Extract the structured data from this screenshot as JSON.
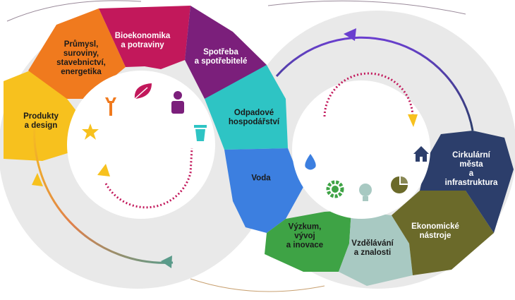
{
  "colors": {
    "background": "#ffffff",
    "ring": "#e9e9e9",
    "inner": "#ffffff"
  },
  "segments": [
    {
      "id": "produkty",
      "label": "Produkty\na design",
      "color": "#f7c11e",
      "text": "dark"
    },
    {
      "id": "prumysl",
      "label": "Průmysl,\nsuroviny,\nstavebnictví,\nenergetika",
      "color": "#f07a1e",
      "text": "dark"
    },
    {
      "id": "bioekonomika",
      "label": "Bioekonomika\na potraviny",
      "color": "#c2185b",
      "text": "light"
    },
    {
      "id": "spotreba",
      "label": "Spotřeba\na spotřebitelé",
      "color": "#7b1f7b",
      "text": "light"
    },
    {
      "id": "odpadove",
      "label": "Odpadové\nhospodářství",
      "color": "#2ec4c4",
      "text": "dark"
    },
    {
      "id": "voda",
      "label": "Voda",
      "color": "#3c7fe0",
      "text": "dark"
    },
    {
      "id": "vyzkum",
      "label": "Výzkum,\nvývoj\na inovace",
      "color": "#3ea345",
      "text": "dark"
    },
    {
      "id": "vzdelavani",
      "label": "Vzdělávání\na znalosti",
      "color": "#a8c9c2",
      "text": "dark"
    },
    {
      "id": "ekonomicke",
      "label": "Ekonomické\nnástroje",
      "color": "#6b6a2a",
      "text": "light"
    },
    {
      "id": "cirkularni",
      "label": "Cirkulární\nměsta\na\ninfrastruktura",
      "color": "#2c3e6b",
      "text": "light"
    }
  ],
  "icons": [
    {
      "id": "wrench-icon",
      "color": "#f07a1e"
    },
    {
      "id": "leaf-icon",
      "color": "#c2185b"
    },
    {
      "id": "person-icon",
      "color": "#7b1f7b"
    },
    {
      "id": "trash-icon",
      "color": "#2ec4c4"
    },
    {
      "id": "star-icon",
      "color": "#f7c11e"
    },
    {
      "id": "drop-icon",
      "color": "#3c7fe0"
    },
    {
      "id": "gear-icon",
      "color": "#3ea345"
    },
    {
      "id": "bulb-icon",
      "color": "#a8c9c2"
    },
    {
      "id": "pie-icon",
      "color": "#6b6a2a"
    },
    {
      "id": "house-icon",
      "color": "#2c3e6b"
    }
  ]
}
